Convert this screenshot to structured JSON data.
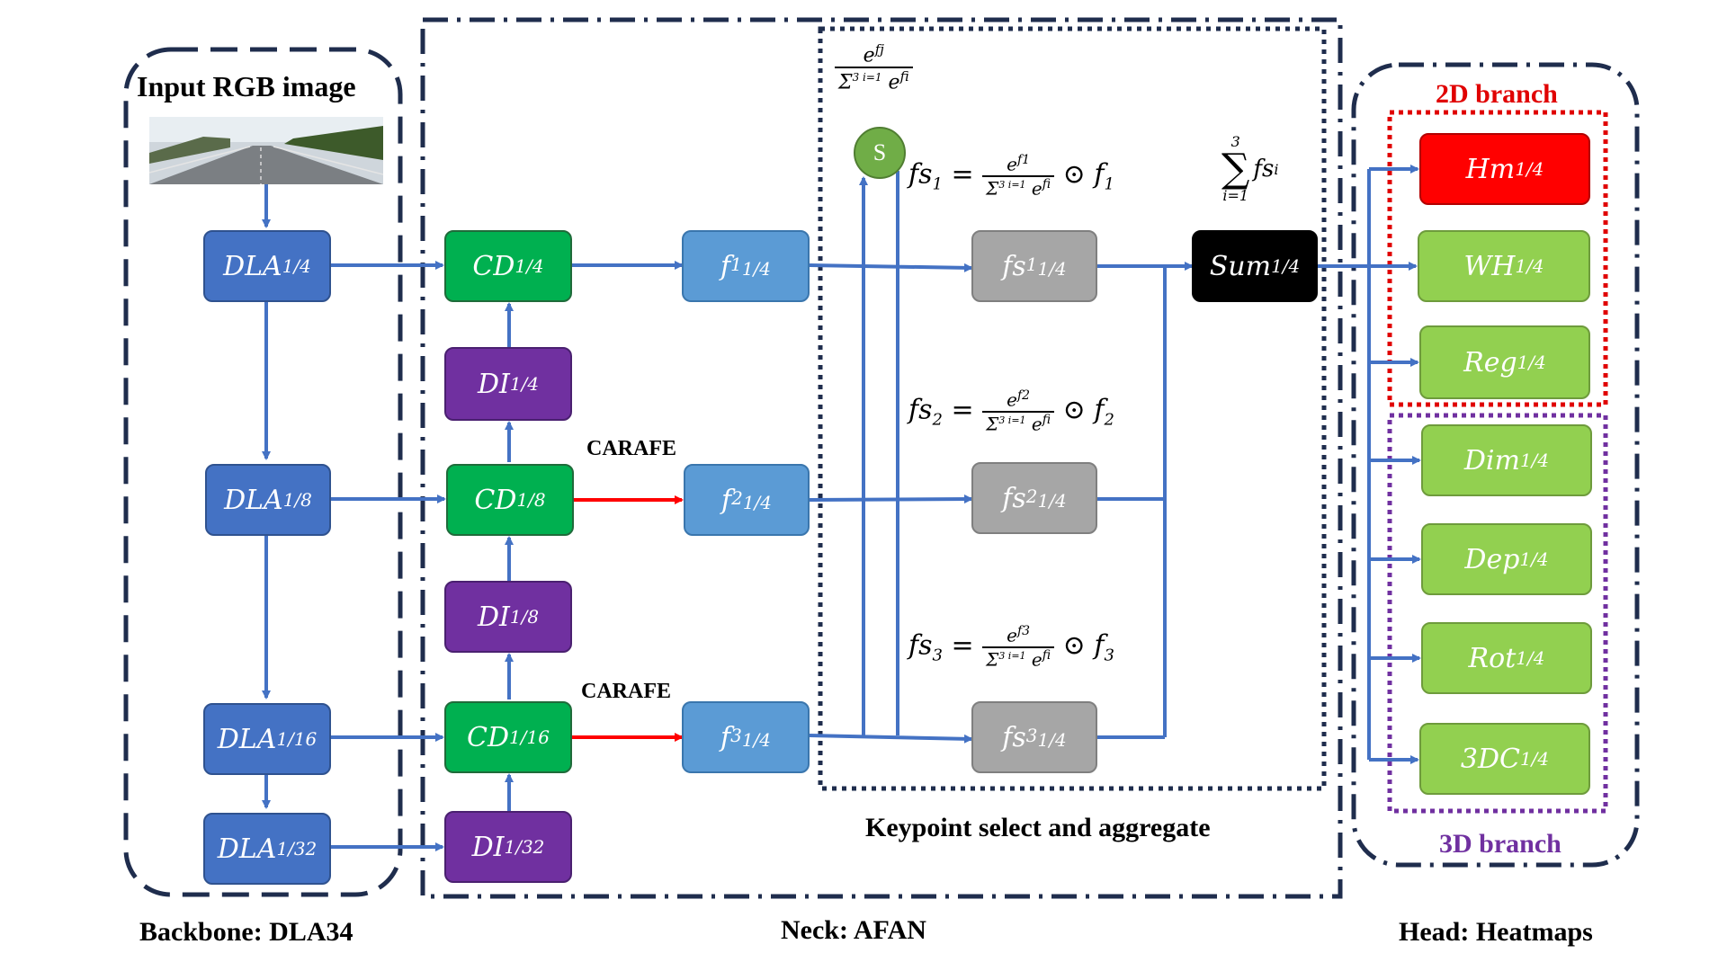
{
  "sections": {
    "backbone_title": "Input RGB image",
    "backbone_caption": "Backbone: DLA34",
    "neck_caption": "Neck: AFAN",
    "keypoint_caption": "Keypoint select and aggregate",
    "head_caption": "Head: Heatmaps",
    "branch_2d": "2D branch",
    "branch_3d": "3D branch",
    "carafe_1": "CARAFE",
    "carafe_2": "CARAFE"
  },
  "backbone": {
    "dla_1_4": {
      "base": "DLA",
      "sub": "1/4"
    },
    "dla_1_8": {
      "base": "DLA",
      "sub": "1/8"
    },
    "dla_1_16": {
      "base": "DLA",
      "sub": "1/16"
    },
    "dla_1_32": {
      "base": "DLA",
      "sub": "1/32"
    }
  },
  "neck": {
    "cd_1_4": {
      "base": "CD",
      "sub": "1/4"
    },
    "cd_1_8": {
      "base": "CD",
      "sub": "1/8"
    },
    "cd_1_16": {
      "base": "CD",
      "sub": "1/16"
    },
    "di_1_4": {
      "base": "DI",
      "sub": "1/4"
    },
    "di_1_8": {
      "base": "DI",
      "sub": "1/8"
    },
    "di_1_32": {
      "base": "DI",
      "sub": "1/32"
    },
    "f1": {
      "base": "f",
      "sub": "1",
      "subsub": "1/4"
    },
    "f2": {
      "base": "f",
      "sub": "2",
      "subsub": "1/4"
    },
    "f3": {
      "base": "f",
      "sub": "3",
      "subsub": "1/4"
    }
  },
  "keypoint": {
    "softmax_num": "e",
    "softmax_num_sup": "fj",
    "softmax_den": "Σ",
    "softmax_den_range": "3 i=1",
    "softmax_den_term": "e",
    "softmax_den_sup": "fi",
    "s_node": "S",
    "fs1": {
      "base": "fs",
      "sub": "1",
      "subsub": "1/4"
    },
    "fs2": {
      "base": "fs",
      "sub": "2",
      "subsub": "1/4"
    },
    "fs3": {
      "base": "fs",
      "sub": "3",
      "subsub": "1/4"
    },
    "eq1": {
      "lhs": "fs",
      "lhs_sub": "1",
      "num_sup": "f1",
      "rhs": "f",
      "rhs_sub": "1"
    },
    "eq2": {
      "lhs": "fs",
      "lhs_sub": "2",
      "num_sup": "f2",
      "rhs": "f",
      "rhs_sub": "2"
    },
    "eq3": {
      "lhs": "fs",
      "lhs_sub": "3",
      "num_sup": "f3",
      "rhs": "f",
      "rhs_sub": "3"
    },
    "odot": "⊙",
    "sum_box": {
      "base": "Sum",
      "sub": "1/4"
    },
    "sum_formula": {
      "top": "3",
      "sigma": "∑",
      "bottom": "i=1",
      "term": "fs",
      "term_sub": "i"
    }
  },
  "head": {
    "hm": {
      "base": "Hm",
      "sub": "1/4"
    },
    "wh": {
      "base": "WH",
      "sub": "1/4"
    },
    "reg": {
      "base": "Reg",
      "sub": "1/4"
    },
    "dim": {
      "base": "Dim",
      "sub": "1/4"
    },
    "dep": {
      "base": "Dep",
      "sub": "1/4"
    },
    "rot": {
      "base": "Rot",
      "sub": "1/4"
    },
    "c3d": {
      "base": "3DC",
      "sub": "1/4"
    }
  },
  "colors": {
    "arrow_blue": "#4472c4",
    "arrow_red": "#ff0000",
    "frame_dark": "#1f2d4d",
    "dotted_red": "#e00000",
    "dotted_purple": "#7030a0",
    "text_red": "#e00000",
    "text_purple": "#7030a0"
  }
}
